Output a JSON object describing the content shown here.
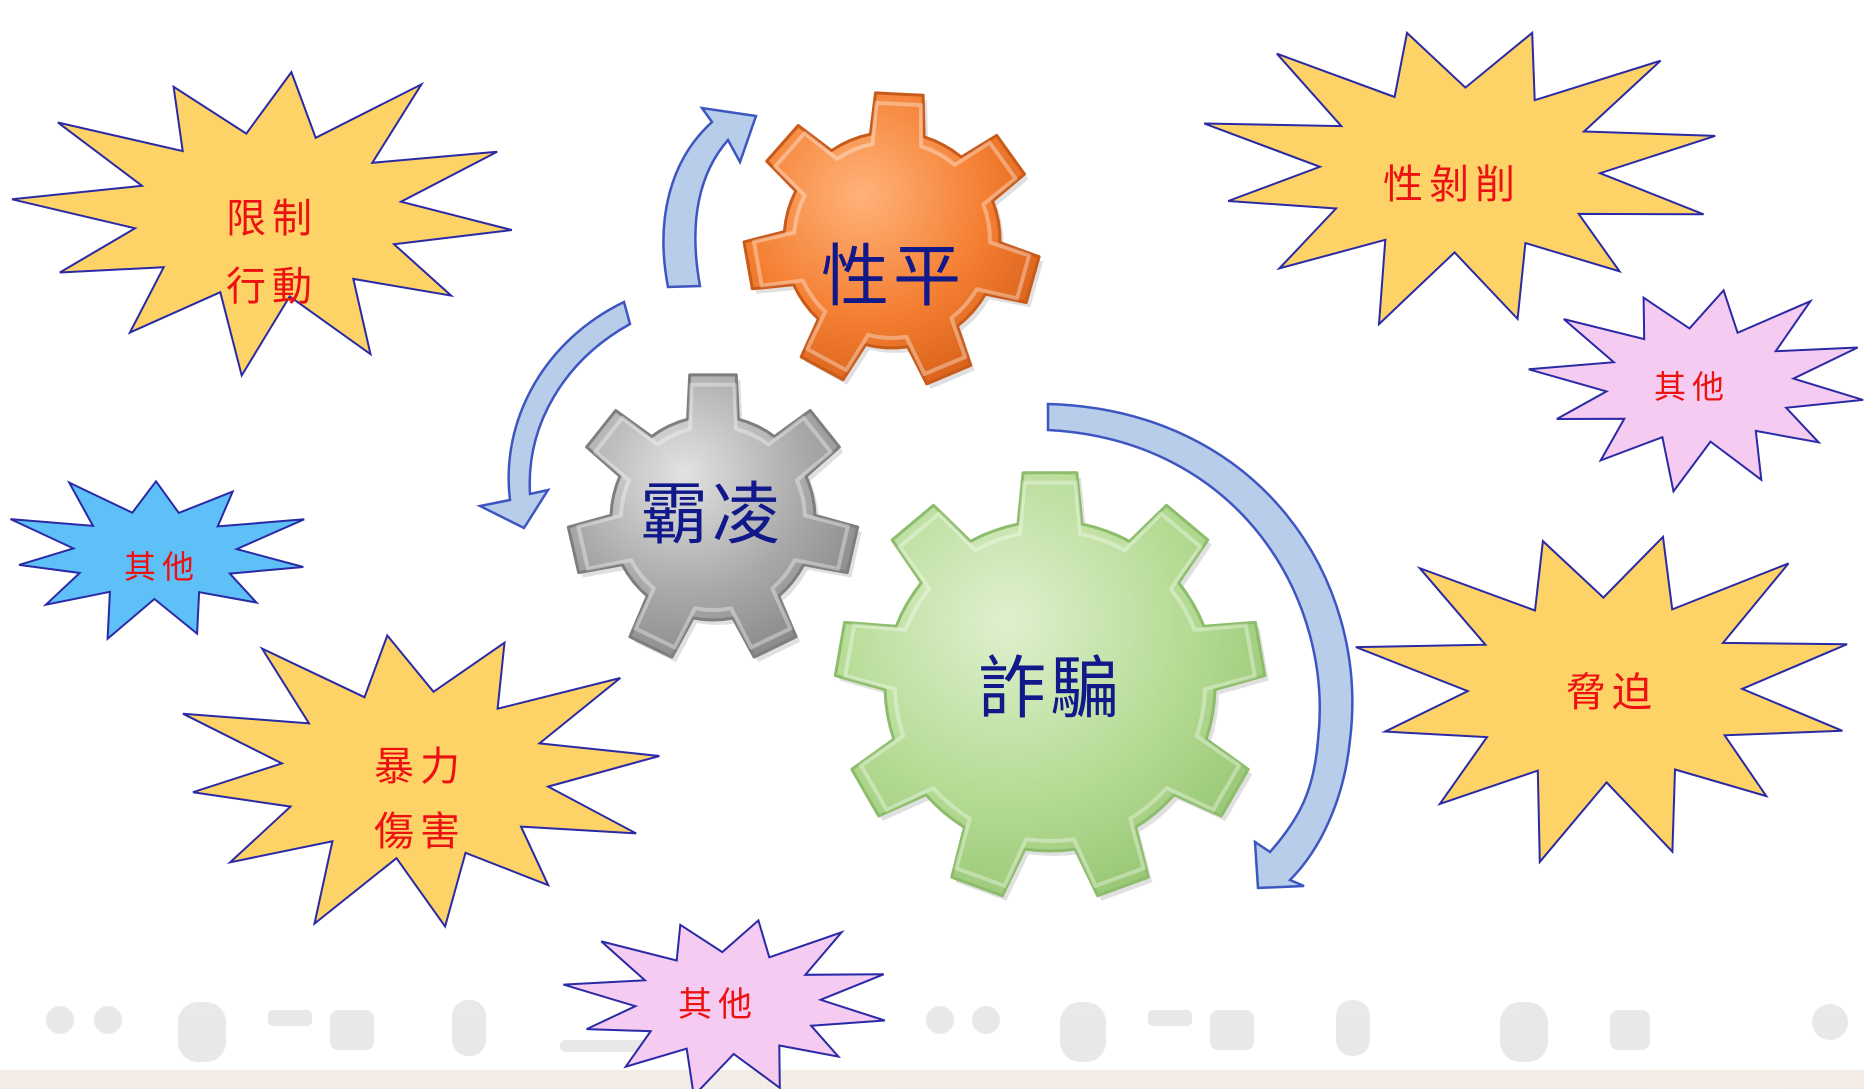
{
  "gears": {
    "gender_equality": {
      "label": "性平",
      "color": "#f47f32"
    },
    "bullying": {
      "label": "霸凌",
      "color": "#a9a9a9"
    },
    "fraud": {
      "label": "詐騙",
      "color": "#b5db94"
    }
  },
  "bursts": {
    "restrict_movement": {
      "line1": "限制",
      "line2": "行動",
      "color": "#fdd267"
    },
    "other_blue": {
      "label": "其他",
      "color": "#5ec0f7"
    },
    "violent_harm": {
      "line1": "暴力",
      "line2": "傷害",
      "color": "#fdd267"
    },
    "other_pink_bottom": {
      "label": "其他",
      "color": "#f5cbf2"
    },
    "sexual_exploitation": {
      "label": "性剝削",
      "color": "#fdd267"
    },
    "other_pink_right": {
      "label": "其他",
      "color": "#f5cbf2"
    },
    "coercion": {
      "label": "脅迫",
      "color": "#fdd267"
    }
  },
  "colors": {
    "burst_outline": "#2a2aa6",
    "burst_text": "#ee1111",
    "gear_text": "#10188a",
    "arrow_fill": "#b7cdea",
    "arrow_outline": "#3d56c2"
  }
}
